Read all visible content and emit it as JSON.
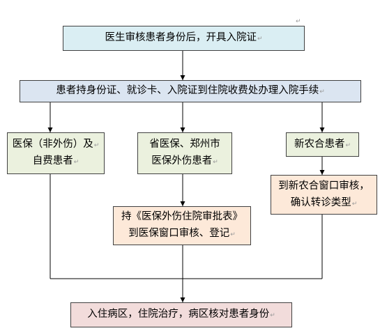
{
  "paragraph_mark": "↵",
  "colors": {
    "blue": "#daeef3",
    "lavender": "#dbe5f1",
    "green": "#ebf1de",
    "peach": "#fde9d9",
    "pink": "#f2dcdb",
    "border": "#404040",
    "arrow": "#000000"
  },
  "steps": {
    "doctor_review": {
      "line1": "医生审核患者身份后，开具入院证"
    },
    "admission_procedure": {
      "line1": "患者持身份证、就诊卡、入院证到住院收费处办理入院手续"
    },
    "self_pay": {
      "line1": "医保（非外伤）及",
      "line2": "自费患者"
    },
    "provincial_insurance": {
      "line1": "省医保、郑州市",
      "line2": "医保外伤患者"
    },
    "rural_coop": {
      "line1": "新农合患者"
    },
    "insurance_window": {
      "line1": "持《医保外伤住院审批表》",
      "line2": "到医保窗口审核、登记"
    },
    "rural_window": {
      "line1": "到新农合窗口审核，",
      "line2": "确认转诊类型"
    },
    "ward": {
      "line1": "入住病区，住院治疗，病区核对患者身份"
    }
  }
}
